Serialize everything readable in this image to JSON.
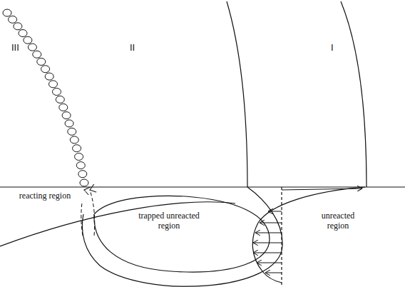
{
  "diagram": {
    "labels": [
      "III",
      "II",
      "I",
      "reacting region",
      "trapped unreacted region",
      "unreacted region"
    ]
  }
}
